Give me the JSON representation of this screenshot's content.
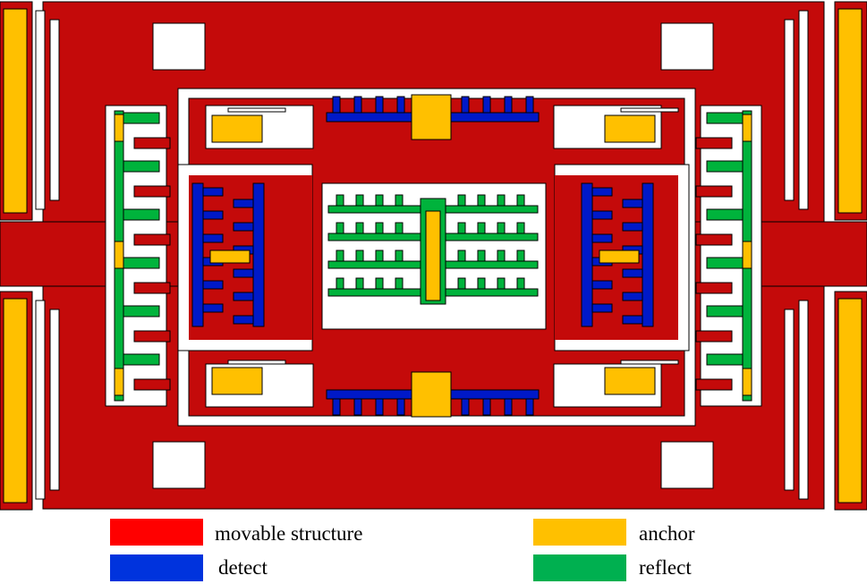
{
  "colors": {
    "movable": "#c40a0a",
    "detect": "#0019c8",
    "anchor": "#ffc000",
    "reflect": "#00b33c",
    "legend_movable": "#ff0000",
    "legend_detect": "#0033dd",
    "legend_anchor": "#ffc000",
    "legend_reflect": "#00b050",
    "background": "#ffffff",
    "outline": "#000000"
  },
  "legend": {
    "movable": "movable structure",
    "detect": "detect",
    "anchor": "anchor",
    "reflect": "reflect"
  }
}
